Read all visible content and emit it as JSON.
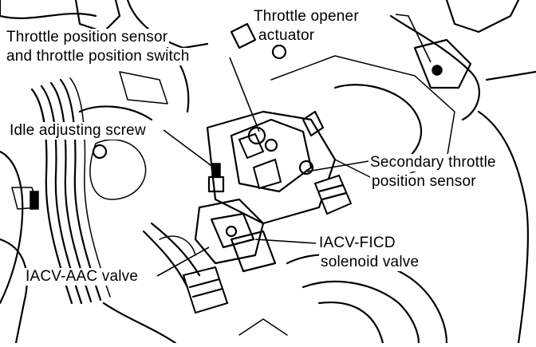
{
  "labels": {
    "throttle_opener_line1": "Throttle opener",
    "throttle_opener_line2": "actuator",
    "tps_line1": "Throttle position sensor",
    "tps_line2": "and throttle position switch",
    "idle_screw": "Idle adjusting screw",
    "secondary_tps_line1": "Secondary throttle",
    "secondary_tps_line2": "position sensor",
    "iacv_ficd_line1": "IACV-FICD",
    "iacv_ficd_line2": "solenoid valve",
    "iacv_aac": "IACV-AAC valve"
  }
}
